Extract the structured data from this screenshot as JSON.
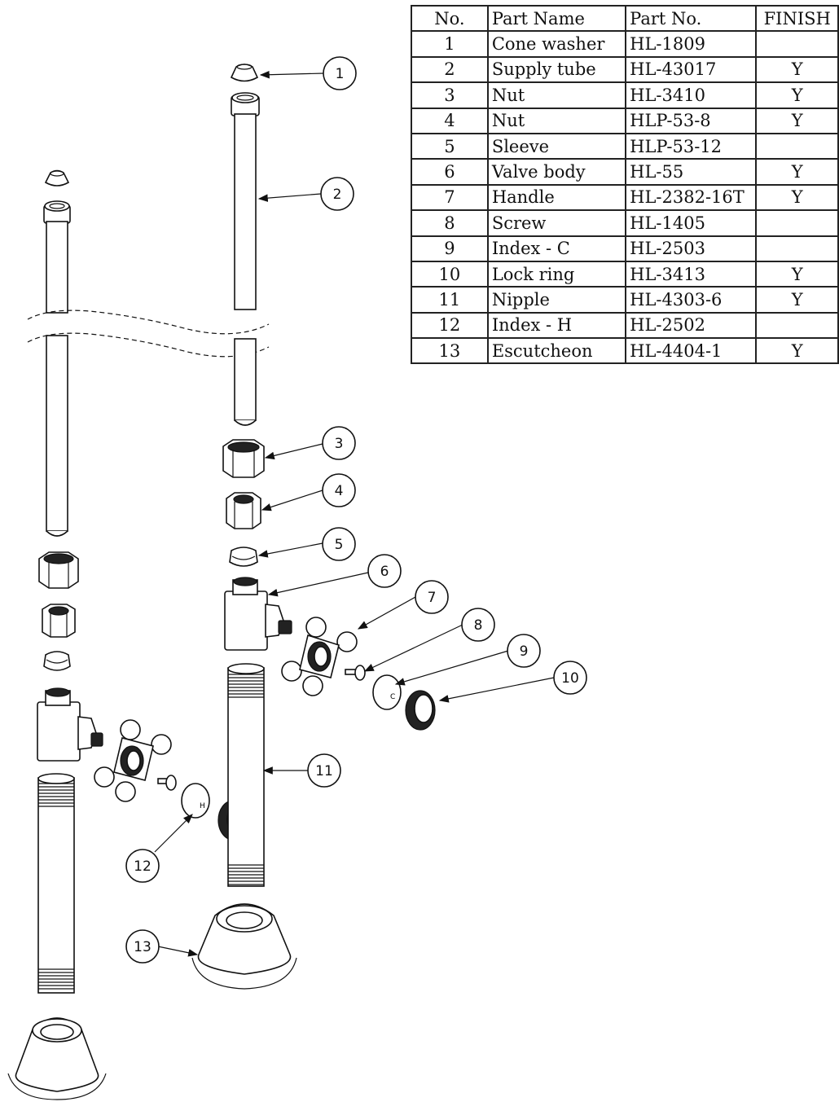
{
  "table": {
    "headers": {
      "no": "No.",
      "part_name": "Part Name",
      "part_no": "Part No.",
      "finish": "FINISH"
    },
    "rows": [
      {
        "no": "1",
        "part_name": "Cone washer",
        "part_no": "HL-1809",
        "finish": ""
      },
      {
        "no": "2",
        "part_name": "Supply tube",
        "part_no": "HL-43017",
        "finish": "Y"
      },
      {
        "no": "3",
        "part_name": "Nut",
        "part_no": "HL-3410",
        "finish": "Y"
      },
      {
        "no": "4",
        "part_name": "Nut",
        "part_no": "HLP-53-8",
        "finish": "Y"
      },
      {
        "no": "5",
        "part_name": "Sleeve",
        "part_no": "HLP-53-12",
        "finish": ""
      },
      {
        "no": "6",
        "part_name": "Valve body",
        "part_no": "HL-55",
        "finish": "Y"
      },
      {
        "no": "7",
        "part_name": "Handle",
        "part_no": "HL-2382-16T",
        "finish": "Y"
      },
      {
        "no": "8",
        "part_name": "Screw",
        "part_no": "HL-1405",
        "finish": ""
      },
      {
        "no": "9",
        "part_name": "Index - C",
        "part_no": "HL-2503",
        "finish": ""
      },
      {
        "no": "10",
        "part_name": "Lock ring",
        "part_no": "HL-3413",
        "finish": "Y"
      },
      {
        "no": "11",
        "part_name": "Nipple",
        "part_no": "HL-4303-6",
        "finish": "Y"
      },
      {
        "no": "12",
        "part_name": "Index - H",
        "part_no": "HL-2502",
        "finish": ""
      },
      {
        "no": "13",
        "part_name": "Escutcheon",
        "part_no": "HL-4404-1",
        "finish": "Y"
      }
    ]
  },
  "callouts": [
    "1",
    "2",
    "3",
    "4",
    "5",
    "6",
    "7",
    "8",
    "9",
    "10",
    "11",
    "12",
    "13"
  ],
  "index_marks": {
    "c": "C",
    "h": "H"
  }
}
